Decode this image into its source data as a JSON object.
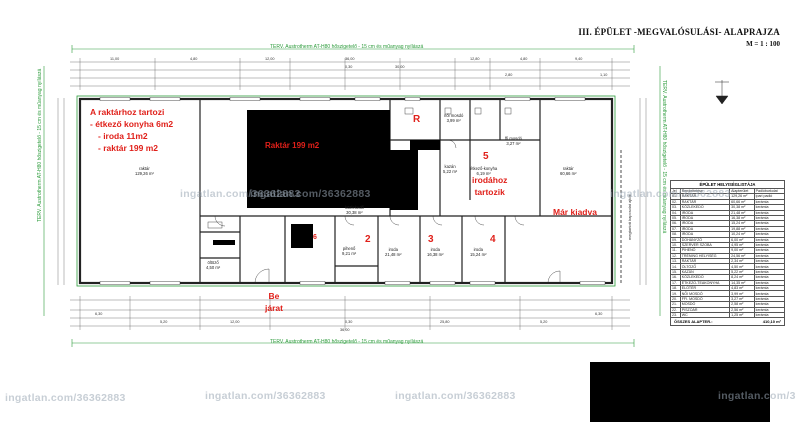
{
  "title": "III. ÉPÜLET -MEGVALÓSULÁSI- ALAPRAJZA",
  "scale": "M = 1 : 100",
  "insulation_label": "TERV. Austrotherm AT-H80 hőszigetelő - 15 cm és műanyag nyílászá",
  "insulation_label_side": "TERV. Austrotherm AT-H80 hőszigetelő - 15 cm és műanyag nyílászá",
  "notes": {
    "warehouse_block": [
      "A raktárhoz tartozi",
      "- étkező konyha 6m2",
      "- iroda 11m2",
      "- raktár 199 m2"
    ],
    "warehouse_center": "Raktár 199 m2",
    "office_block": [
      "irodához",
      "tartozik"
    ],
    "rented": "Már kiadva",
    "entrance": [
      "Be",
      "járat"
    ],
    "numbers": [
      "2",
      "3",
      "4",
      "5",
      "R",
      "6"
    ]
  },
  "rooms": [
    {
      "name": "raktár",
      "area": "129,26 m²"
    },
    {
      "name": "raktár",
      "area": "60,66 m²"
    },
    {
      "name": "étkező-konyha",
      "area": "6,19 m²"
    },
    {
      "name": "iroda",
      "area": "21,48 m²"
    },
    {
      "name": "iroda",
      "area": "16,38 m²"
    },
    {
      "name": "iroda",
      "area": "15,24 m²"
    },
    {
      "name": "közlekedő",
      "area": "30,38 m²"
    },
    {
      "name": "öltöző",
      "area": "4,50 m²"
    },
    {
      "name": "pihenő",
      "area": "9,21 m²"
    },
    {
      "name": "kazán",
      "area": "5,22 m²"
    },
    {
      "name": "női mosdó",
      "area": "3,99 m²"
    },
    {
      "name": "ffi mosdó",
      "area": "3,27 m²"
    }
  ],
  "legend": {
    "title": "ÉPÜLET HELYISÉGLISTÁJA",
    "headers": [
      "Jel",
      "Rendeltetése",
      "Alapterület",
      "Padlóburkolat"
    ],
    "rows": [
      [
        "01.",
        "RAKTÁR",
        "129,26 m²",
        "ipari padló"
      ],
      [
        "02.",
        "RAKTÁR",
        "60,66 m²",
        "kerámia"
      ],
      [
        "03.",
        "KÖZLEKEDŐ",
        "30,38 m²",
        "kerámia"
      ],
      [
        "04.",
        "IRODA",
        "21,48 m²",
        "kerámia"
      ],
      [
        "05.",
        "IRODA",
        "16,38 m²",
        "kerámia"
      ],
      [
        "06.",
        "IRODA",
        "15,24 m²",
        "kerámia"
      ],
      [
        "07.",
        "IRODA",
        "19,88 m²",
        "kerámia"
      ],
      [
        "08.",
        "IRODA",
        "10,24 m²",
        "kerámia"
      ],
      [
        "09.",
        "DOHÁNYZÓ",
        "6,00 m²",
        "kerámia"
      ],
      [
        "10.",
        "SZERVER SZOBA",
        "4,95 m²",
        "kerámia"
      ],
      [
        "11.",
        "PIHENŐ",
        "9,00 m²",
        "kerámia"
      ],
      [
        "12.",
        "TRÉNING HELYISÉG",
        "24,56 m²",
        "kerámia"
      ],
      [
        "13.",
        "RAKTÁR",
        "2,34 m²",
        "kerámia"
      ],
      [
        "14.",
        "ÖLTÖZŐ",
        "4,50 m²",
        "kerámia"
      ],
      [
        "15.",
        "KAZÁN",
        "5,22 m²",
        "kerámia"
      ],
      [
        "16.",
        "KÖZLEKEDŐ",
        "8,24 m²",
        "kerámia"
      ],
      [
        "17.",
        "ÉTKEZŐ-TEAKONYHA",
        "14,35 m²",
        "kerámia"
      ],
      [
        "18.",
        "ELŐTÉR",
        "4,83 m²",
        "kerámia"
      ],
      [
        "19.",
        "NŐI MOSDÓ",
        "3,99 m²",
        "kerámia"
      ],
      [
        "20.",
        "FFI. MOSDÓ",
        "3,27 m²",
        "kerámia"
      ],
      [
        "21.",
        "MOSDÓ",
        "2,58 m²",
        "kerámia"
      ],
      [
        "22.",
        "PISZOÁR",
        "2,56 m²",
        "kerámia"
      ],
      [
        "23.",
        "WC",
        "1,25 m²",
        "kerámia"
      ]
    ],
    "total_label": "ÖSSZES ALAPTER.:",
    "total_value": "410,10 m²"
  },
  "side_label": "megtartott kapcsolat ajtók",
  "watermarks": [
    "ingatlan.com/36362883",
    "ingatlan.com/36362883",
    "ingatlan.com/36362883",
    "ingatlan.com/36362883",
    "ingatlan.com/36362883",
    "ingatlan.com/36362883",
    "ingatlan.com/3"
  ],
  "dimensions_top": [
    "11,00",
    "4,80",
    "12,00",
    "36,00",
    "0,30",
    "30,00",
    "12,80",
    "4,80",
    "9,40",
    "2,80",
    "1,10"
  ],
  "dimensions_bottom": [
    "6,30",
    "5,20",
    "12,00",
    "36,00",
    "0,30",
    "25,80",
    "5,20",
    "6,30"
  ]
}
